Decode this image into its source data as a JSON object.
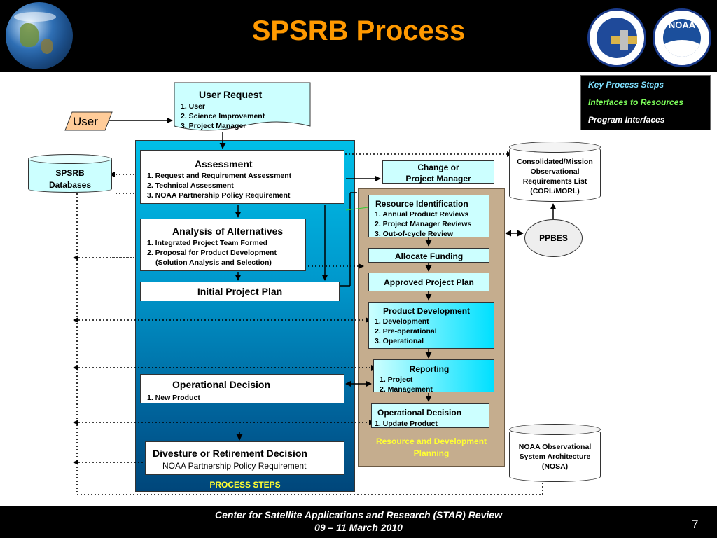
{
  "header": {
    "title": "SPSRB Process"
  },
  "logos": {
    "left": "earth-image",
    "right1": "noaa-nesdis-star-seal",
    "right2": "noaa-seal",
    "noaa_text": "NOAA"
  },
  "legend": {
    "items": [
      {
        "label": "Key Process Steps",
        "color": "#7fe0ff"
      },
      {
        "label": "Interfaces to Resources",
        "color": "#7dff5a"
      },
      {
        "label": "Program Interfaces",
        "color": "#ffffff"
      }
    ]
  },
  "user": {
    "label": "User"
  },
  "user_request": {
    "title": "User Request",
    "items": [
      "1. User",
      "2. Science Improvement",
      "3. Project Manager"
    ]
  },
  "spsrb_db": {
    "line1": "SPSRB",
    "line2": "Databases"
  },
  "corl": {
    "lines": [
      "Consolidated/Mission",
      "Observational",
      "Requirements List",
      "(CORL/MORL)"
    ]
  },
  "ppbes": {
    "label": "PPBES"
  },
  "nosa": {
    "lines": [
      "NOAA Observational",
      "System Architecture",
      "(NOSA)"
    ]
  },
  "process": {
    "label": "PROCESS STEPS",
    "assessment": {
      "title": "Assessment",
      "items": [
        "1.  Request and Requirement Assessment",
        "2.  Technical Assessment",
        "3.  NOAA Partnership Policy Requirement"
      ]
    },
    "aoa": {
      "title": "Analysis of Alternatives",
      "items": [
        "1. Integrated Project Team Formed",
        "2. Proposal for Product Development",
        "(Solution Analysis and Selection)"
      ]
    },
    "initial_plan": {
      "title": "Initial Project Plan"
    },
    "op_decision": {
      "title": "Operational Decision",
      "items": [
        "1.  New Product"
      ]
    },
    "divesture": {
      "title": "Divesture or Retirement Decision",
      "subtitle": "NOAA Partnership Policy Requirement"
    }
  },
  "change": {
    "line1": "Change or",
    "line2": "Project Manager"
  },
  "resource": {
    "label_line1": "Resource and Development",
    "label_line2": "Planning",
    "identification": {
      "title": "Resource Identification",
      "items": [
        "1.  Annual Product Reviews",
        "2. Project Manager Reviews",
        "3. Out-of-cycle Review"
      ]
    },
    "allocate": {
      "title": "Allocate Funding"
    },
    "approved": {
      "title": "Approved Project Plan"
    },
    "development": {
      "title": "Product Development",
      "items": [
        "1. Development",
        "2. Pre-operational",
        "3. Operational"
      ]
    },
    "reporting": {
      "title": "Reporting",
      "items": [
        "1. Project",
        "2. Management"
      ]
    },
    "op_decision": {
      "title": "Operational Decision",
      "items": [
        "1.  Update Product"
      ]
    }
  },
  "footer": {
    "line1": "Center for Satellite Applications and Research (STAR) Review",
    "line2": "09 – 11 March 2010",
    "page": "7"
  }
}
